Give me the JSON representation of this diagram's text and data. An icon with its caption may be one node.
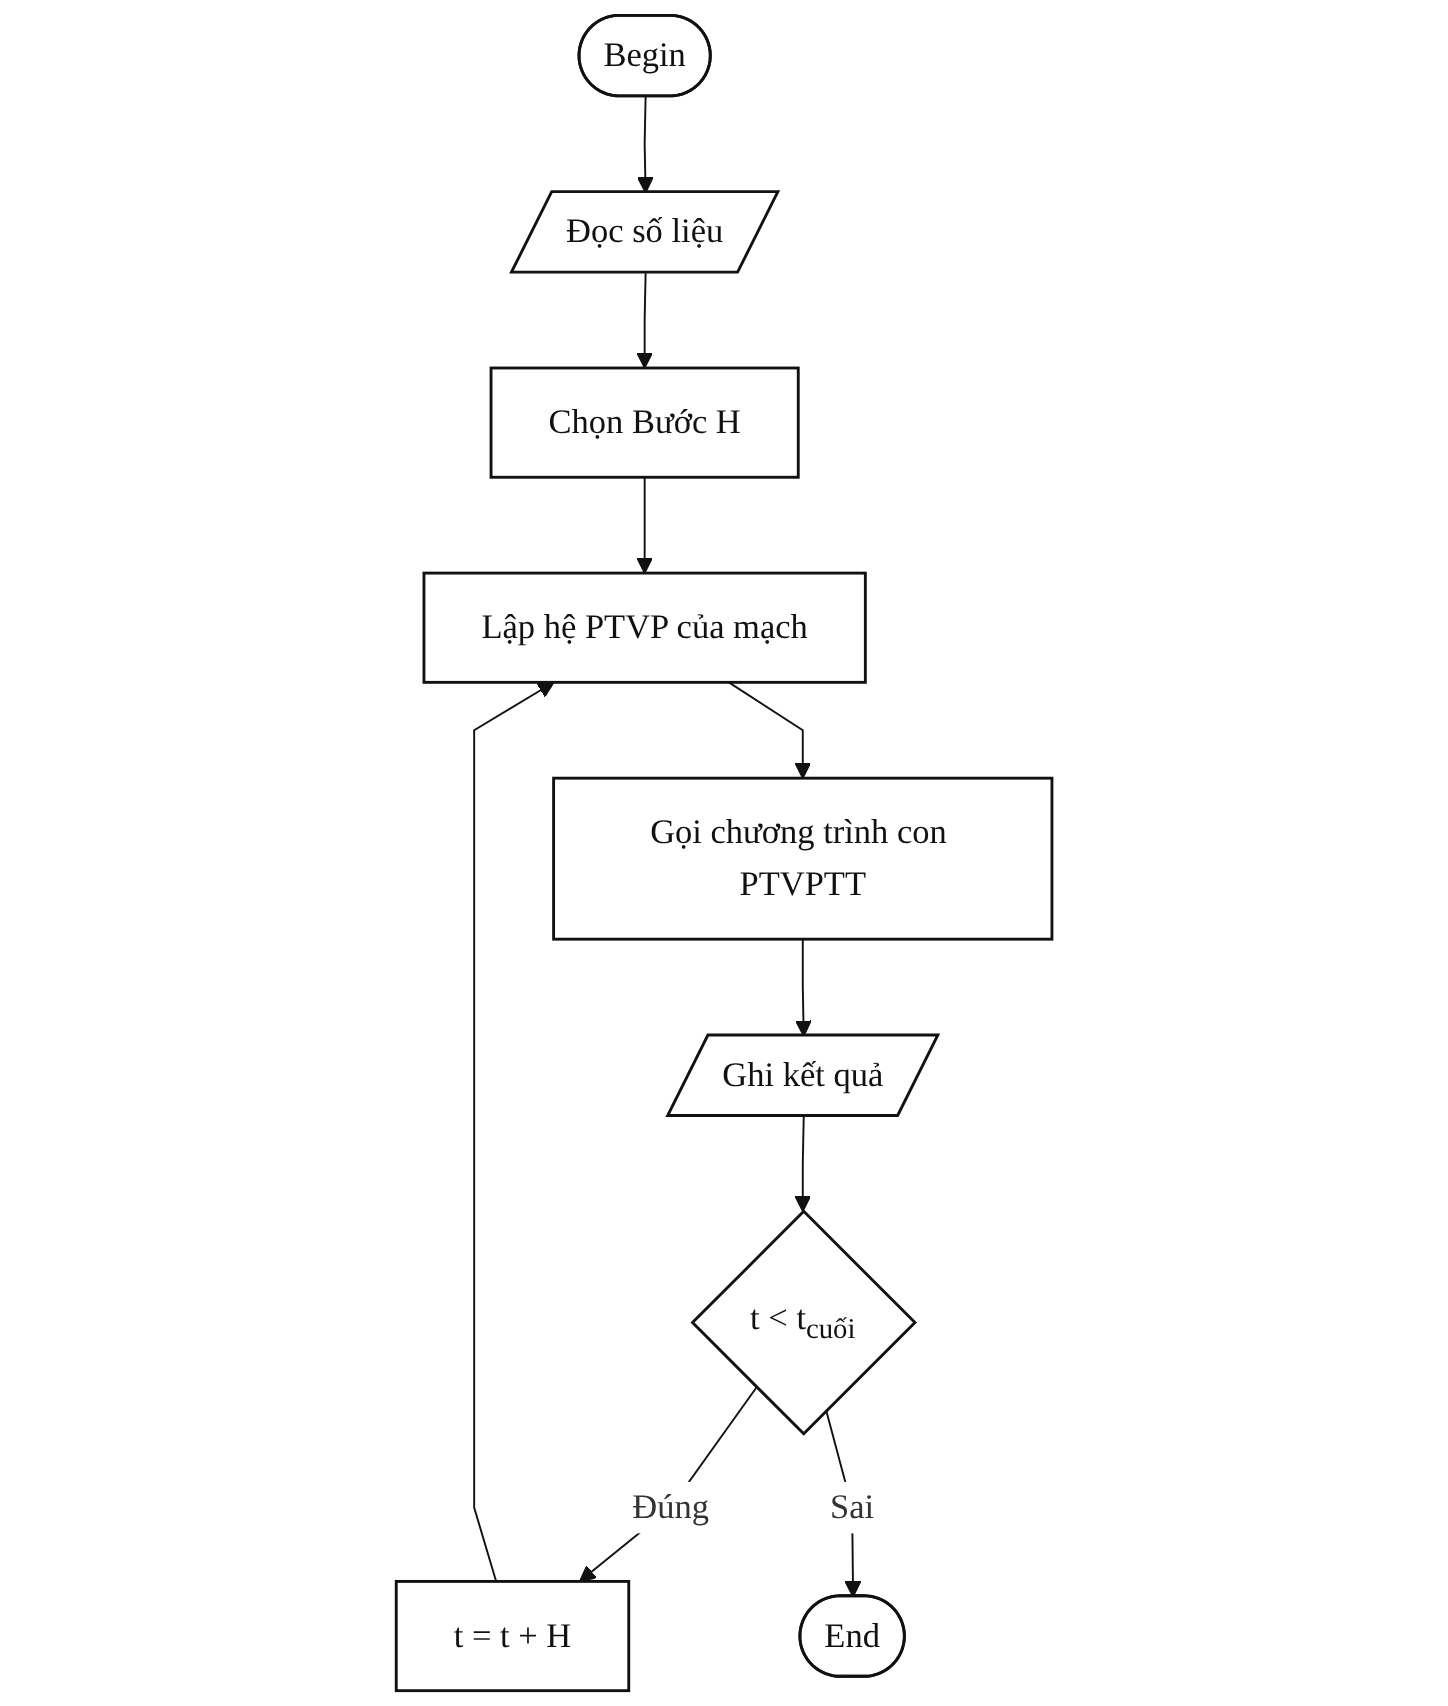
{
  "diagram": {
    "nodes": [
      {
        "text": [
          "Begin"
        ]
      },
      {
        "text": [
          "Đọc số liệu"
        ]
      },
      {
        "text": [
          "Chọn Bước H"
        ]
      },
      {
        "text": [
          "Lập hệ PTVP của mạch"
        ]
      },
      {
        "text": [
          "Gọi chương trình con PTVPTT"
        ]
      },
      {
        "text": [
          "Ghi kết quả"
        ]
      },
      {
        "text": [
          "t < t$_{cuối}$"
        ]
      },
      {
        "text": [
          "t = t + H"
        ]
      },
      {
        "text": [
          "End"
        ]
      }
    ],
    "edges": [
      {
        "from": 0,
        "to": 1,
        "arrow": "to"
      },
      {
        "from": 1,
        "to": 2,
        "arrow": "to"
      },
      {
        "from": 2,
        "to": 3,
        "arrow": "to"
      },
      {
        "from": 3,
        "to": 4,
        "arrow": "to"
      },
      {
        "from": 4,
        "to": 5,
        "arrow": "to"
      },
      {
        "from": 5,
        "to": 6,
        "arrow": "to"
      },
      {
        "from": 6,
        "to": 7,
        "label": "Đúng",
        "arrow": "to"
      },
      {
        "from": 6,
        "to": 8,
        "label": "Sai",
        "arrow": "to"
      },
      {
        "from": 7,
        "to": 3,
        "arrow": "to"
      }
    ]
  }
}
